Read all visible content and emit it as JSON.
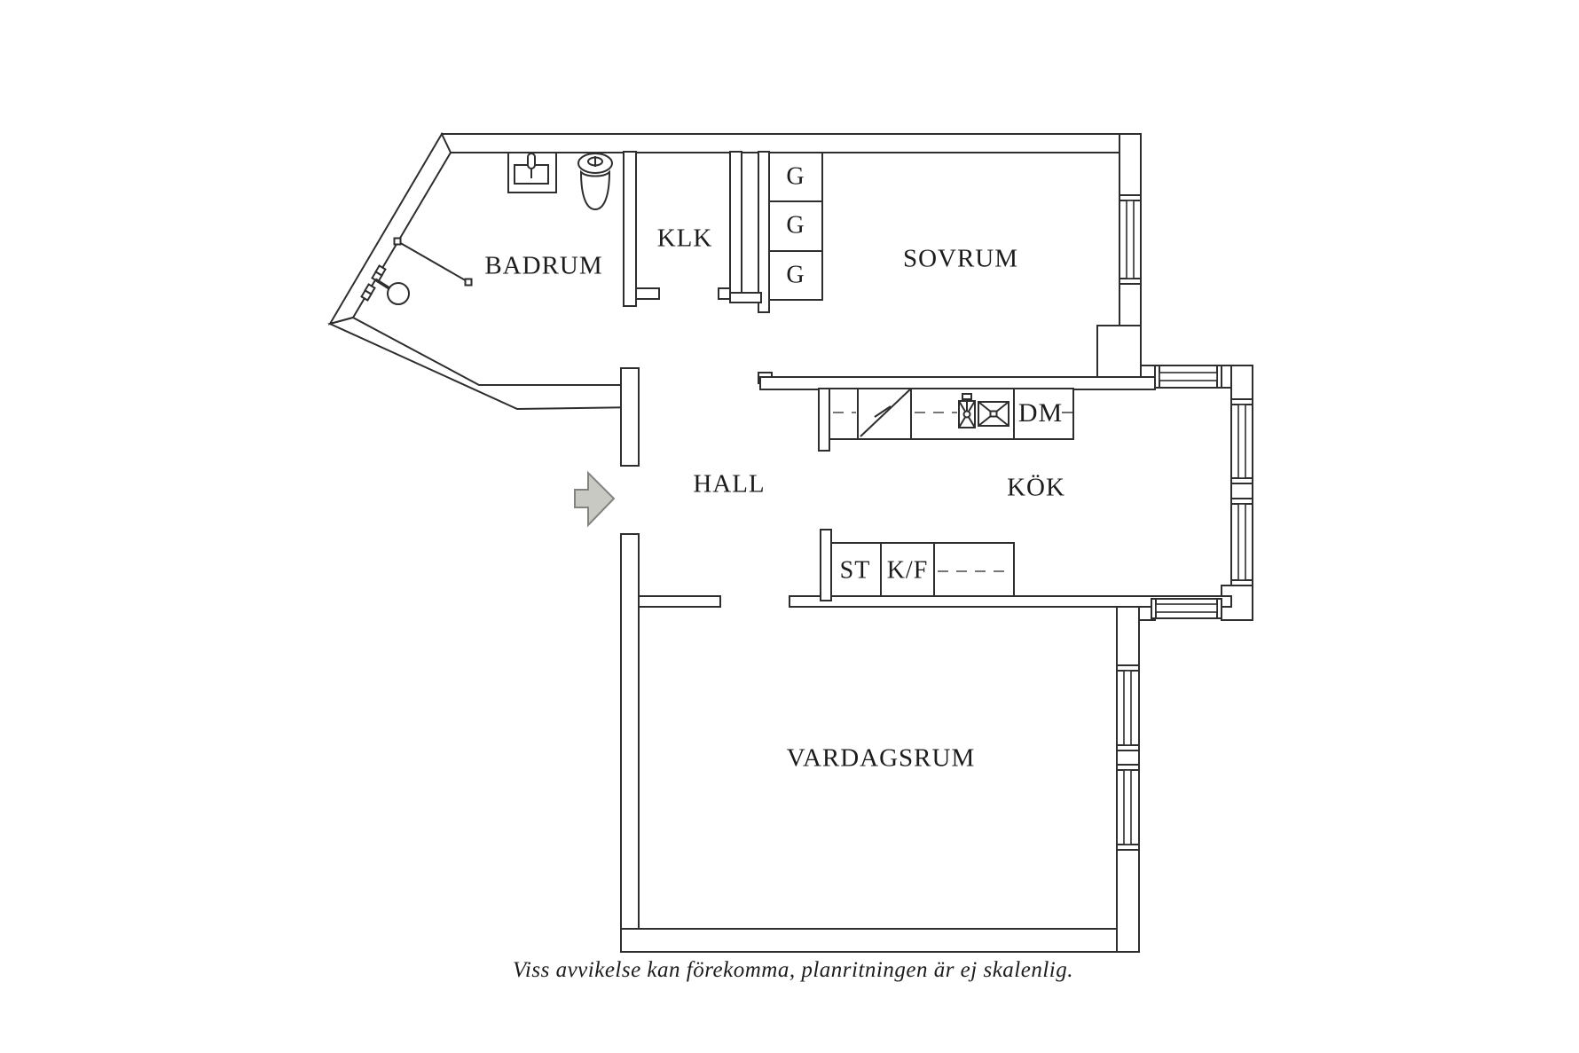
{
  "colors": {
    "background": "#ffffff",
    "wall_line": "#2e2e2e",
    "text": "#1c1c1c",
    "arrow_fill": "#c8c9c3",
    "arrow_stroke": "#83847f",
    "dash_line": "#4a4a4a"
  },
  "rooms": {
    "badrum": {
      "label": "BADRUM"
    },
    "klk": {
      "label": "KLK"
    },
    "sovrum": {
      "label": "SOVRUM"
    },
    "hall": {
      "label": "HALL"
    },
    "kok": {
      "label": "KÖK"
    },
    "vardagsrum": {
      "label": "VARDAGSRUM"
    }
  },
  "fixtures": {
    "wardrobes": [
      "G",
      "G",
      "G"
    ],
    "dishwasher_label": "DM",
    "pantry_label": "ST",
    "fridge_freezer_label": "K/F"
  },
  "footnote": "Viss avvikelse kan förekomma, planritningen är ej skalenlig."
}
